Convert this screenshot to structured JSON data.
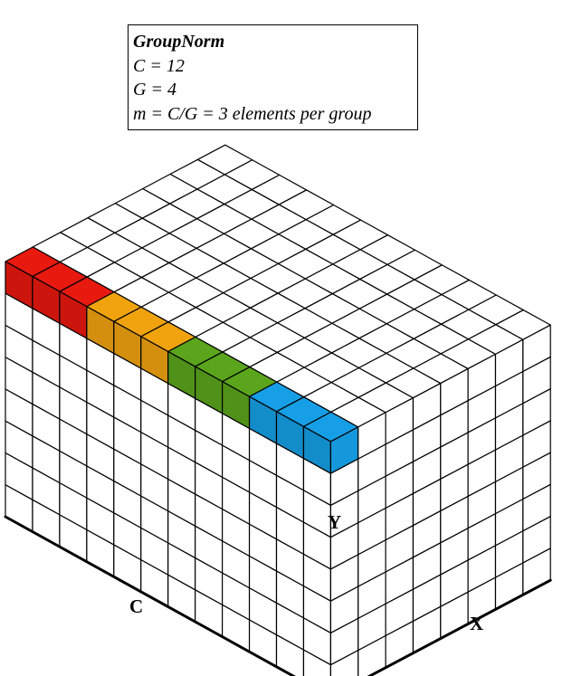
{
  "legend": {
    "title": "GroupNorm",
    "line_c": "C = 12",
    "line_g": "G = 4",
    "line_m": "m = C/G = 3 elements per group"
  },
  "axes": {
    "c": "C",
    "x": "X",
    "y": "Y"
  },
  "grid": {
    "channels": 12,
    "depth": 8,
    "height": 8
  },
  "groups": [
    {
      "channels": [
        0,
        1,
        2
      ],
      "color": "#e8190f"
    },
    {
      "channels": [
        3,
        4,
        5
      ],
      "color": "#f0a30f"
    },
    {
      "channels": [
        6,
        7,
        8
      ],
      "color": "#5ba51d"
    },
    {
      "channels": [
        9,
        10,
        11
      ],
      "color": "#169fe6"
    }
  ]
}
